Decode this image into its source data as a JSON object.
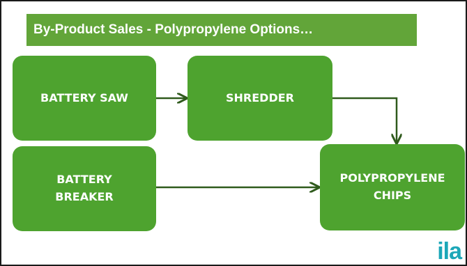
{
  "title": "By-Product Sales - Polypropylene Options…",
  "nodes": {
    "battery_saw": [
      "BATTERY SAW"
    ],
    "shredder": [
      "SHREDDER"
    ],
    "battery_breaker": [
      "BATTERY",
      "BREAKER"
    ],
    "polypropylene_chips": [
      "POLYPROPYLENE",
      "CHIPS"
    ]
  },
  "edges": [
    {
      "from": "battery_saw",
      "to": "shredder"
    },
    {
      "from": "shredder",
      "to": "polypropylene_chips"
    },
    {
      "from": "battery_breaker",
      "to": "polypropylene_chips"
    }
  ],
  "logo": "ila",
  "colors": {
    "title_bg": "#62a539",
    "node_bg": "#4ea32f",
    "arrow": "#2f5a1c",
    "logo": "#1ca7b8",
    "text": "#ffffff"
  }
}
